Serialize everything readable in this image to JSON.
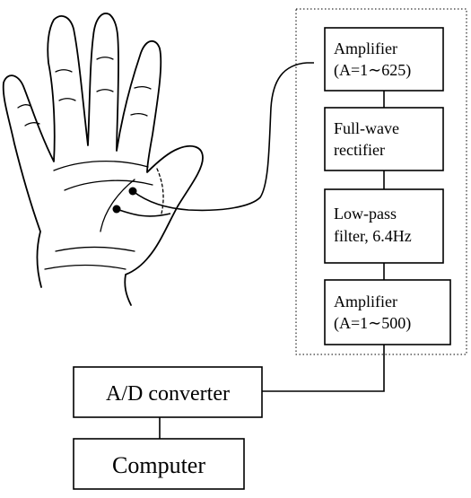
{
  "blocks": {
    "amp1": {
      "line1": "Amplifier",
      "line2": "(A=1∼625)"
    },
    "rectifier": {
      "line1": "Full-wave",
      "line2": "rectifier"
    },
    "lowpass": {
      "line1": "Low-pass",
      "line2": "filter, 6.4Hz"
    },
    "amp2": {
      "line1": "Amplifier",
      "line2": "(A=1∼500)"
    },
    "adc": {
      "label": "A/D converter"
    },
    "computer": {
      "label": "Computer"
    }
  },
  "illustration": {
    "subject": "hand-with-two-electrodes"
  },
  "colors": {
    "ink": "#000000",
    "background": "#ffffff"
  }
}
